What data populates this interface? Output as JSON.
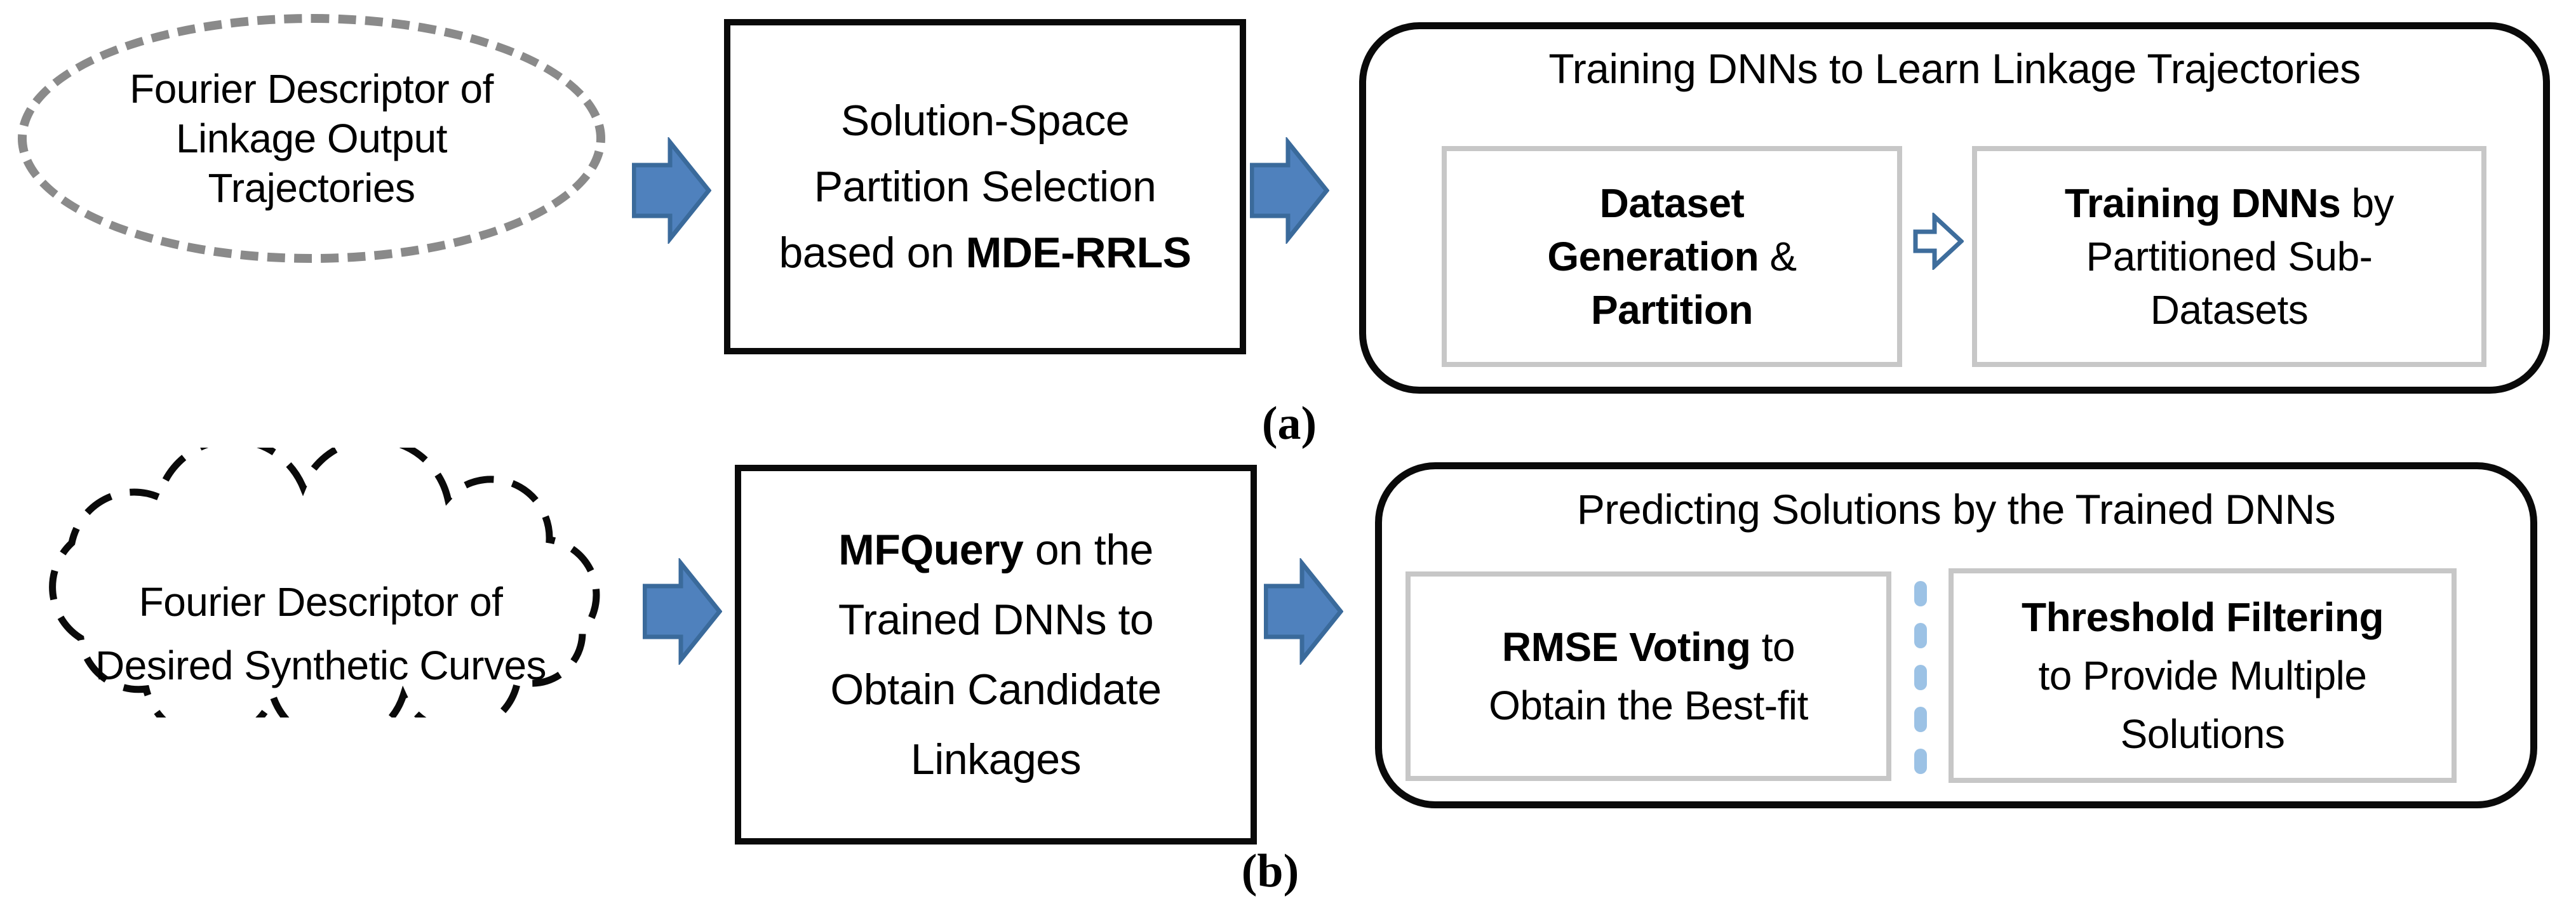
{
  "colors": {
    "arrow_fill": "#4F81BD",
    "arrow_stroke": "#3A6A9B",
    "hollow_arrow_stroke": "#3E6D9C",
    "divider_dash": "#9CC2E5",
    "inner_border": "#C7C7C7",
    "ellipse_dash": "#8A8A8A",
    "shape_border": "#0A0A0A"
  },
  "row_a": {
    "input_ellipse": {
      "lines": [
        "Fourier Descriptor of",
        "Linkage Output",
        "Trajectories"
      ]
    },
    "process_box": {
      "lines": [
        {
          "pre": "Solution-Space",
          "bold": "",
          "post": ""
        },
        {
          "pre": "Partition Selection",
          "bold": "",
          "post": ""
        },
        {
          "pre": "based on ",
          "bold": "MDE-RRLS",
          "post": ""
        }
      ]
    },
    "group": {
      "title": "Training DNNs to Learn Linkage Trajectories",
      "step1": {
        "lines": [
          {
            "pre": "",
            "bold": "Dataset",
            "post": ""
          },
          {
            "pre": "",
            "bold": "Generation",
            "post": " &"
          },
          {
            "pre": "",
            "bold": "Partition",
            "post": ""
          }
        ]
      },
      "step2": {
        "lines": [
          {
            "pre": "",
            "bold": "Training DNNs",
            "post": " by"
          },
          {
            "pre": "Partitioned Sub-",
            "bold": "",
            "post": ""
          },
          {
            "pre": "Datasets",
            "bold": "",
            "post": ""
          }
        ]
      }
    },
    "label": "(a)"
  },
  "row_b": {
    "input_cloud": {
      "lines": [
        "Fourier Descriptor of",
        "Desired Synthetic Curves"
      ]
    },
    "process_box": {
      "lines": [
        {
          "pre": "",
          "bold": "MFQuery",
          "post": " on the"
        },
        {
          "pre": "Trained DNNs to",
          "bold": "",
          "post": ""
        },
        {
          "pre": "Obtain Candidate",
          "bold": "",
          "post": ""
        },
        {
          "pre": "Linkages",
          "bold": "",
          "post": ""
        }
      ]
    },
    "group": {
      "title": "Predicting Solutions by the Trained DNNs",
      "step1": {
        "lines": [
          {
            "pre": "",
            "bold": "RMSE Voting",
            "post": " to"
          },
          {
            "pre": "Obtain the Best-fit",
            "bold": "",
            "post": ""
          }
        ]
      },
      "step2": {
        "lines": [
          {
            "pre": "",
            "bold": "Threshold Filtering",
            "post": ""
          },
          {
            "pre": "to Provide Multiple",
            "bold": "",
            "post": ""
          },
          {
            "pre": "Solutions",
            "bold": "",
            "post": ""
          }
        ]
      }
    },
    "label": "(b)"
  }
}
